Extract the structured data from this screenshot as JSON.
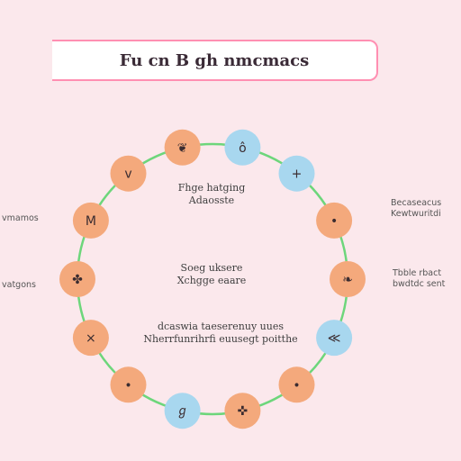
{
  "title": "Fu cn B gh nmcmacs",
  "center": {
    "top_line1": "Fhge hatging",
    "top_line2": "Adaosste",
    "mid_line1": "Soeg uksere",
    "mid_line2": "Xchgge eaare",
    "bottom_line1": "dcaswia taeserenuy uues",
    "bottom_line2": "Nherrfunrihrfi euusegt poitthe"
  },
  "side_labels": {
    "left_top": "vmamos",
    "left_bottom": "vatgons",
    "right_top_line1": "Becaseacus",
    "right_top_line2": "Kewtwuritdi",
    "right_bottom_line1": "Tbble rbact",
    "right_bottom_line2": "bwdtdc sent"
  },
  "nodes": [
    {
      "color": "orange",
      "glyph": "❦"
    },
    {
      "color": "blue",
      "glyph": "ô"
    },
    {
      "color": "blue",
      "glyph": "+"
    },
    {
      "color": "orange",
      "glyph": "•"
    },
    {
      "color": "orange",
      "glyph": "❧"
    },
    {
      "color": "blue",
      "glyph": "≪"
    },
    {
      "color": "orange",
      "glyph": "•"
    },
    {
      "color": "orange",
      "glyph": "✜"
    },
    {
      "color": "blue",
      "glyph": "ℊ"
    },
    {
      "color": "orange",
      "glyph": "•"
    },
    {
      "color": "orange",
      "glyph": "×"
    },
    {
      "color": "orange",
      "glyph": "✤"
    },
    {
      "color": "orange",
      "glyph": "M"
    },
    {
      "color": "orange",
      "glyph": "v"
    }
  ],
  "colors": {
    "orange": "#f4a97c",
    "blue": "#a8d7ef",
    "ring": "#6dd67b",
    "accent": "#e8386f"
  }
}
